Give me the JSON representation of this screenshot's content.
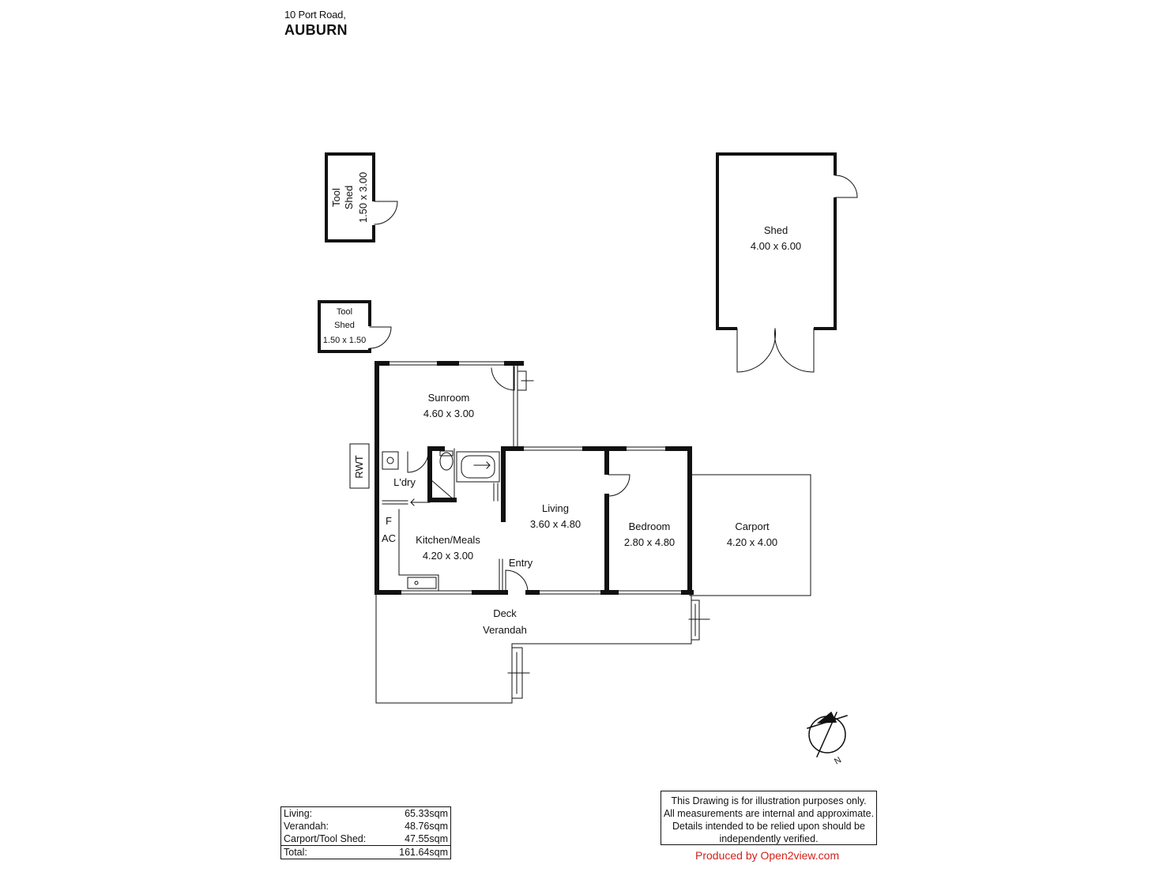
{
  "header": {
    "address": "10 Port Road,",
    "suburb": "AUBURN"
  },
  "rooms": {
    "tool_shed_1": {
      "name_line1": "Tool",
      "name_line2": "Shed",
      "size": "1.50 x 3.00"
    },
    "tool_shed_2": {
      "name_line1": "Tool",
      "name_line2": "Shed",
      "size": "1.50 x 1.50"
    },
    "shed": {
      "name": "Shed",
      "size": "4.00 x 6.00"
    },
    "sunroom": {
      "name": "Sunroom",
      "size": "4.60 x 3.00"
    },
    "laundry": {
      "name": "L'dry"
    },
    "living": {
      "name": "Living",
      "size": "3.60 x 4.80"
    },
    "bedroom": {
      "name": "Bedroom",
      "size": "2.80 x 4.80"
    },
    "carport": {
      "name": "Carport",
      "size": "4.20 x 4.00"
    },
    "kitchen": {
      "name": "Kitchen/Meals",
      "size": "4.20 x 3.00"
    },
    "entry": {
      "name": "Entry"
    },
    "deck": {
      "name_line1": "Deck",
      "name_line2": "Verandah"
    }
  },
  "fixtures": {
    "rwt": "RWT",
    "fridge": "F",
    "ac": "AC"
  },
  "compass": {
    "label": "N"
  },
  "areas": [
    {
      "label": "Living:",
      "value": "65.33sqm"
    },
    {
      "label": "Verandah:",
      "value": "48.76sqm"
    },
    {
      "label": "Carport/Tool Shed:",
      "value": "47.55sqm"
    }
  ],
  "total": {
    "label": "Total:",
    "value": "161.64sqm"
  },
  "disclaimer": [
    "This Drawing is for illustration purposes only.",
    "All measurements are internal and approximate.",
    "Details intended to be relied upon should be",
    "independently verified."
  ],
  "credit": "Produced by Open2view.com",
  "colors": {
    "wall": "#111111",
    "credit": "#d0221b"
  }
}
